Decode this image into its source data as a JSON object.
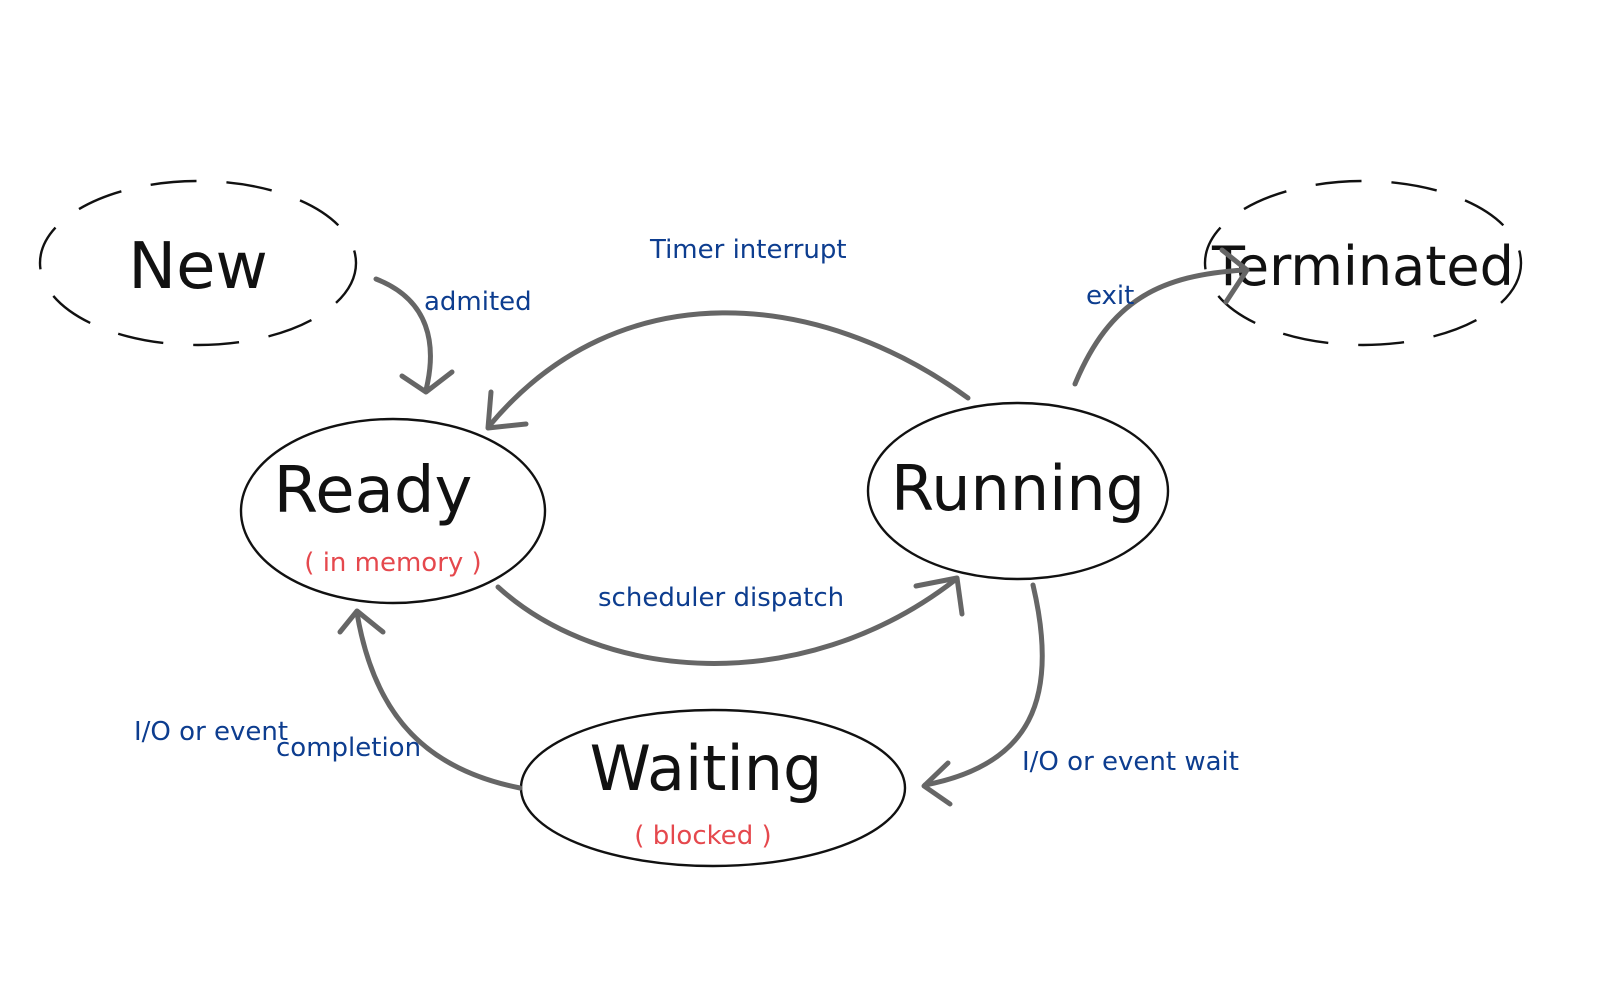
{
  "colors": {
    "ink": "#111111",
    "arrow": "#666666",
    "edge_label": "#0d3d8f",
    "annotation": "#e5484d",
    "background": "#ffffff"
  },
  "states": {
    "new": {
      "label": "New",
      "style": "dashed"
    },
    "ready": {
      "label": "Ready",
      "sub": "( in memory )"
    },
    "running": {
      "label": "Running"
    },
    "waiting": {
      "label": "Waiting",
      "sub": "( blocked )"
    },
    "terminated": {
      "label": "Terminated",
      "style": "dashed"
    }
  },
  "edges": {
    "admitted": "admited",
    "timer_interrupt": "Timer interrupt",
    "exit": "exit",
    "scheduler_dispatch": "scheduler dispatch",
    "io_wait": "I/O or event wait",
    "io_completion_line1": "I/O or event",
    "io_completion_line2": "completion"
  }
}
